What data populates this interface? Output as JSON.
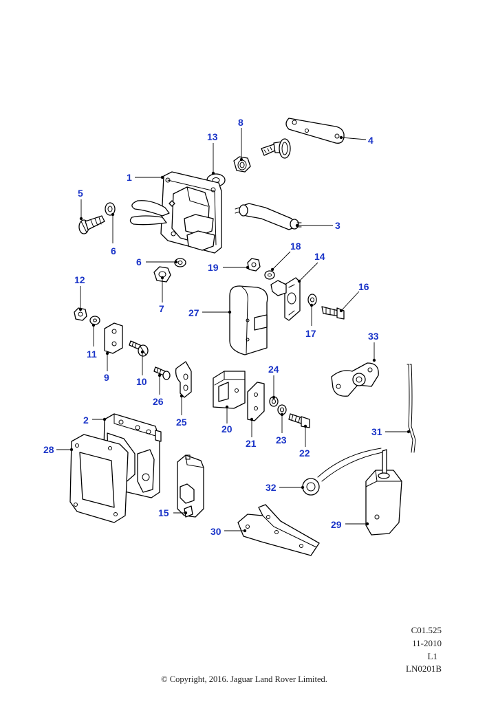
{
  "callouts": {
    "c1": "1",
    "c2": "2",
    "c3": "3",
    "c4": "4",
    "c5": "5",
    "c6a": "6",
    "c6b": "6",
    "c7": "7",
    "c8": "8",
    "c9": "9",
    "c10": "10",
    "c11": "11",
    "c12": "12",
    "c13": "13",
    "c14": "14",
    "c15": "15",
    "c16": "16",
    "c17": "17",
    "c18": "18",
    "c19": "19",
    "c20": "20",
    "c21": "21",
    "c22": "22",
    "c23": "23",
    "c24": "24",
    "c25": "25",
    "c26": "26",
    "c27": "27",
    "c28": "28",
    "c29": "29",
    "c30": "30",
    "c31": "31",
    "c32": "32",
    "c33": "33"
  },
  "reference": {
    "code": "C01.525",
    "date": "11-2010",
    "level": "L1",
    "drawing": "LN0201B"
  },
  "copyright": "© Copyright, 2016. Jaguar Land Rover Limited.",
  "colors": {
    "callout": "#1a34c8",
    "line": "#000000",
    "background": "#ffffff"
  }
}
